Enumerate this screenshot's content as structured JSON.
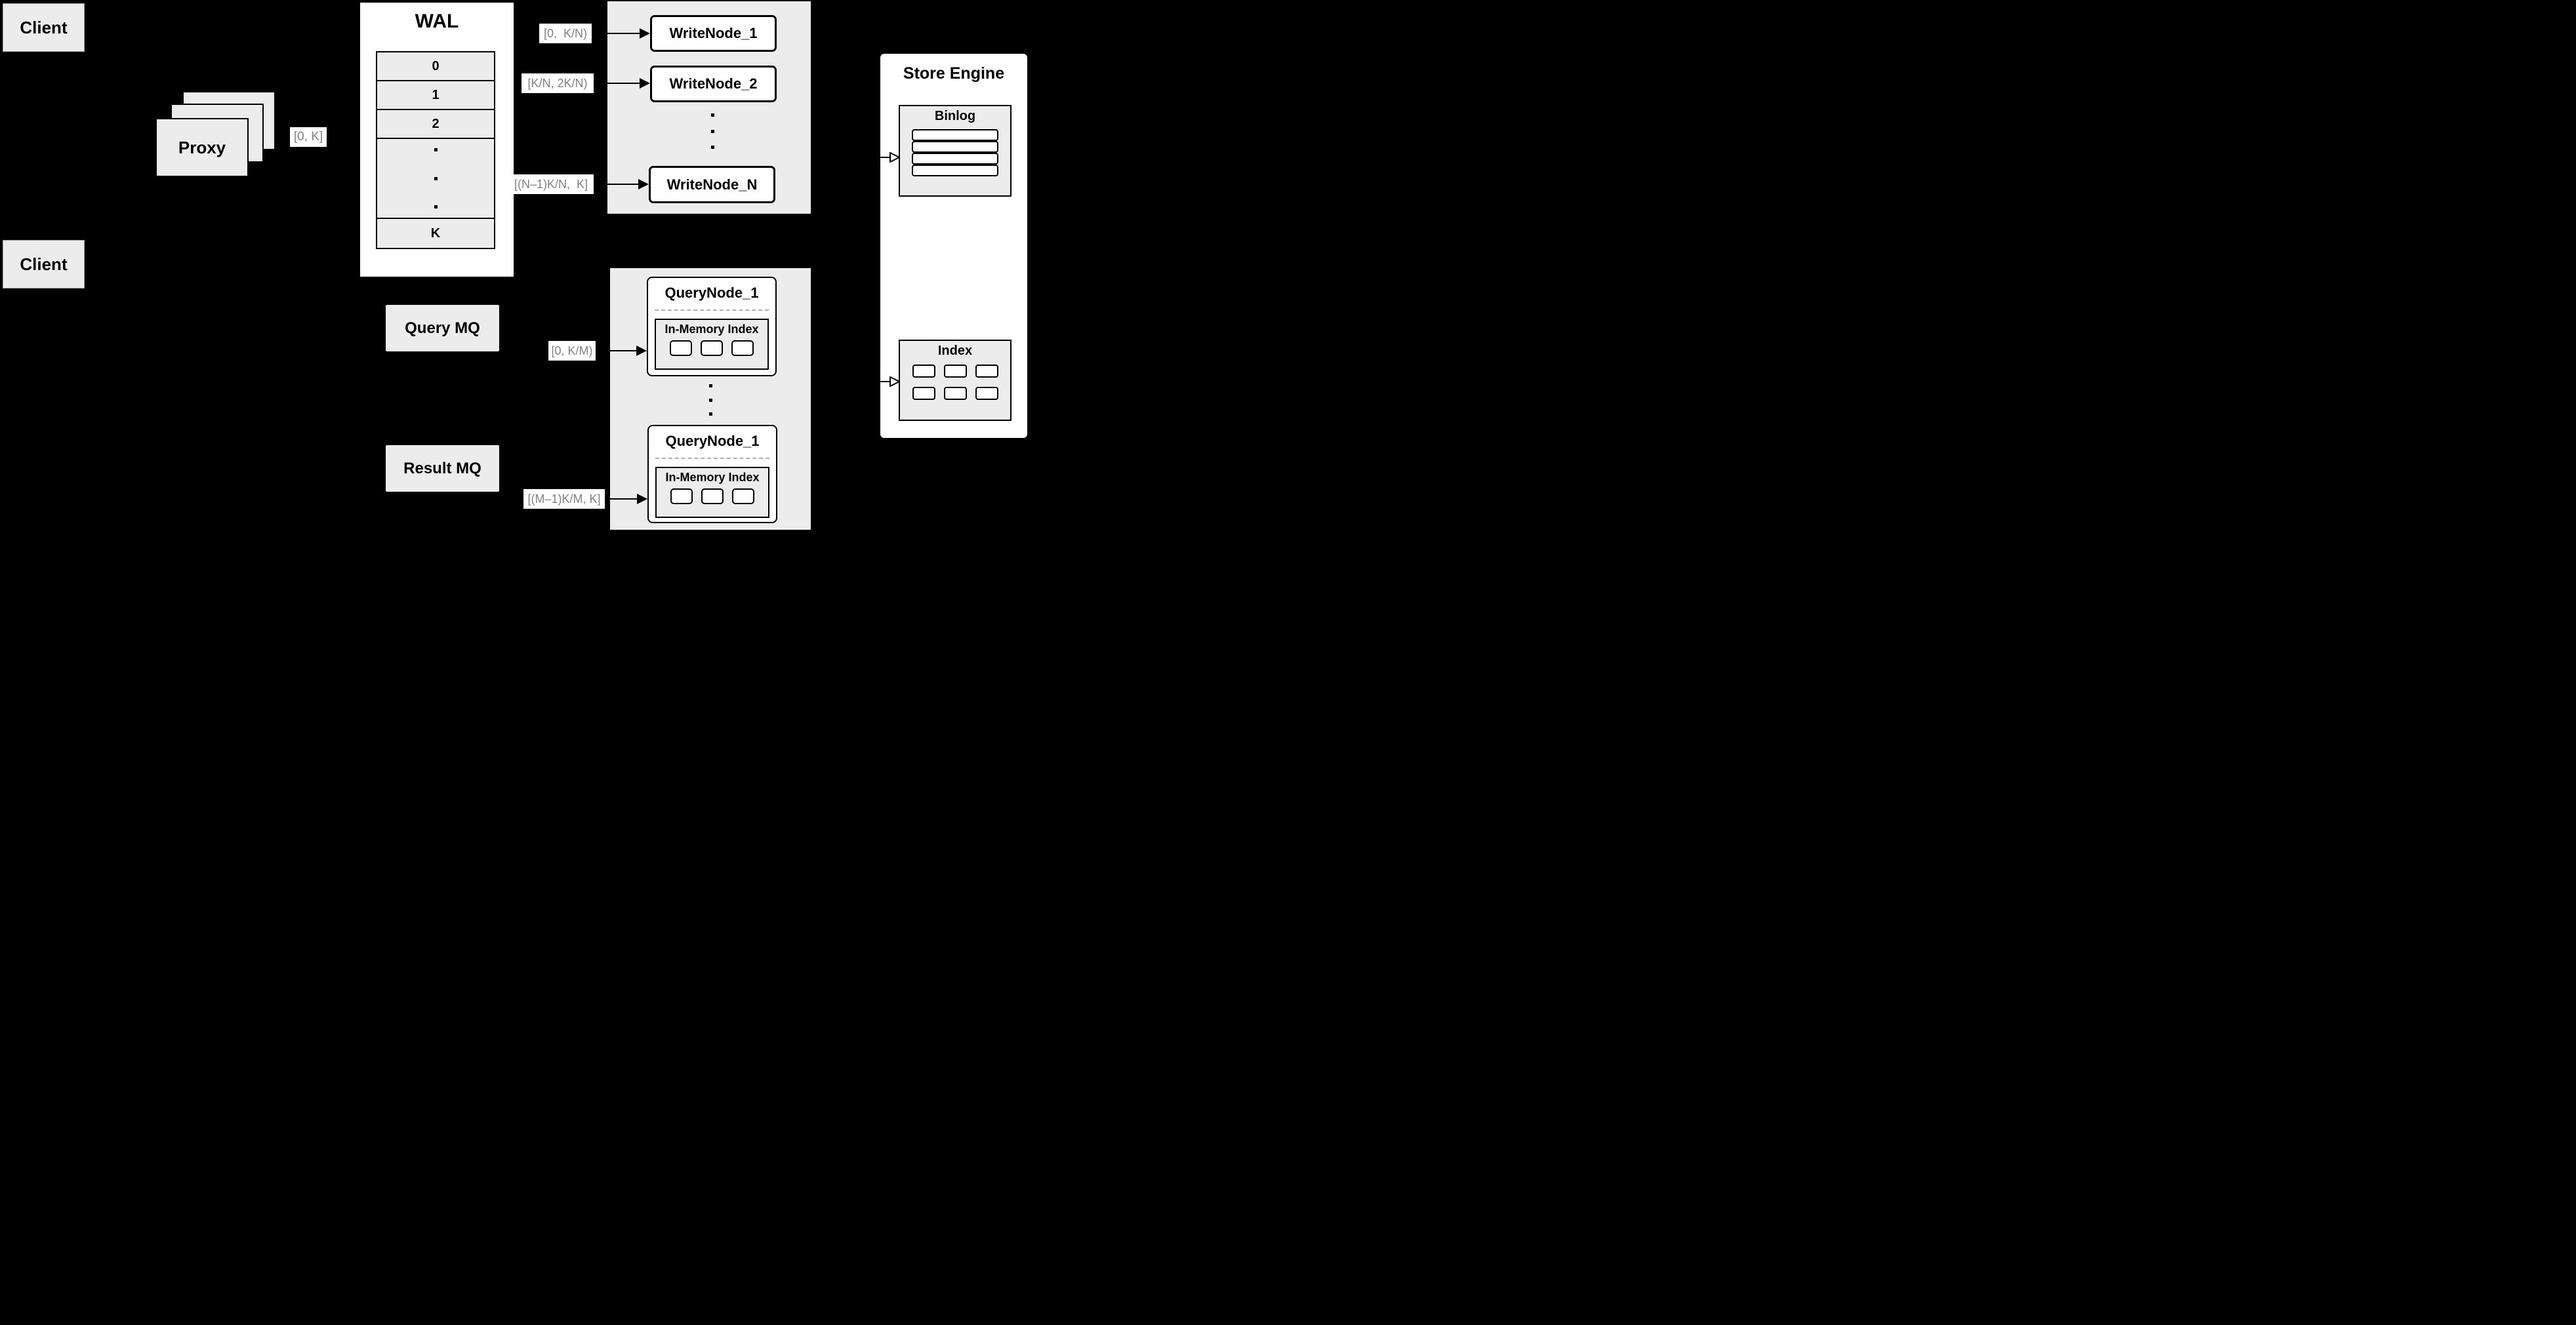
{
  "colors": {
    "background": "#000000",
    "panel_gray": "#ececec",
    "box_white": "#ffffff",
    "border_black": "#000000",
    "range_label_text": "#828282"
  },
  "client_top": {
    "label": "Client"
  },
  "client_bottom": {
    "label": "Client"
  },
  "proxy": {
    "label": "Proxy"
  },
  "range_labels": {
    "proxy_out": "[0, K]",
    "write_node_1": "[0,  K/N)",
    "write_node_2": "[K/N, 2K/N)",
    "write_node_n": "[(N–1)K/N,  K]",
    "query_node_1": "[0, K/M)",
    "query_node_m": "[(M–1)K/M, K]"
  },
  "wal": {
    "title": "WAL",
    "rows": [
      "0",
      "1",
      "2"
    ],
    "ellipsis_count": 3,
    "last_row": "K"
  },
  "write_group": {
    "node_1": "WriteNode_1",
    "node_2": "WriteNode_2",
    "node_n": "WriteNode_N",
    "ellipsis_count": 3
  },
  "store_engine": {
    "title": "Store Engine",
    "binlog": {
      "title": "Binlog",
      "row_count": 4
    },
    "index": {
      "title": "Index",
      "cell_count": 6
    }
  },
  "mq": {
    "query": "Query MQ",
    "result": "Result MQ"
  },
  "query_group": {
    "ellipsis_count": 3,
    "node_top": {
      "title": "QueryNode_1",
      "inner_title": "In-Memory Index",
      "cell_count": 3
    },
    "node_bottom": {
      "title": "QueryNode_1",
      "inner_title": "In-Memory Index",
      "cell_count": 3
    }
  }
}
